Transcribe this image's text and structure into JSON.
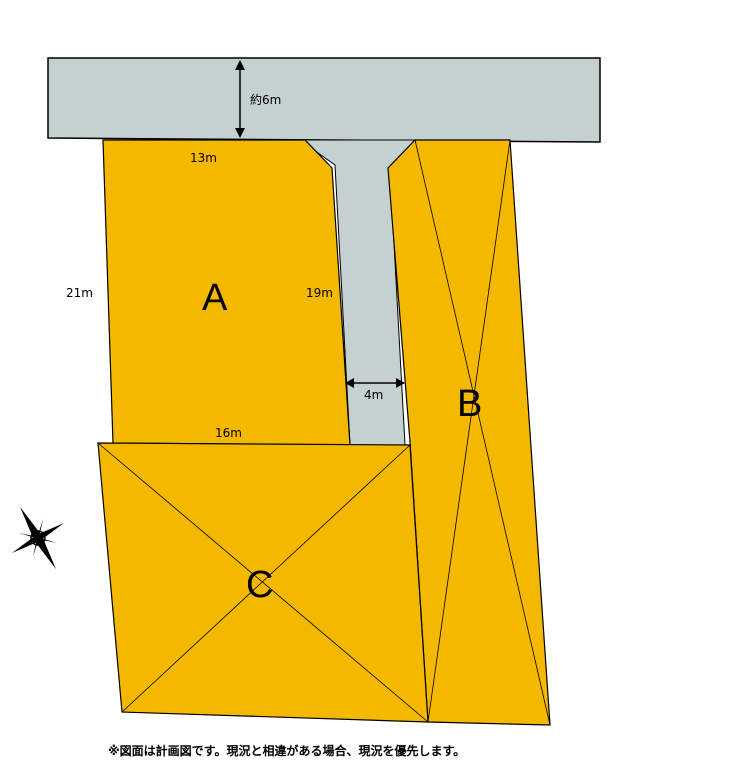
{
  "road": {
    "width_label": "約6m"
  },
  "lots": {
    "A": {
      "label": "A",
      "top": "13m",
      "left": "21m",
      "right": "19m",
      "bottom": "16m"
    },
    "B": {
      "label": "B"
    },
    "C": {
      "label": "C"
    }
  },
  "passage": {
    "width_label": "4m"
  },
  "compass": {
    "icon": "compass-rose-icon"
  },
  "note": "※図面は計画図です。現況と相違がある場合、現況を優先します。",
  "colors": {
    "lot_fill": "#F5B800",
    "road_fill": "#C5D0D0",
    "line": "#000000"
  }
}
